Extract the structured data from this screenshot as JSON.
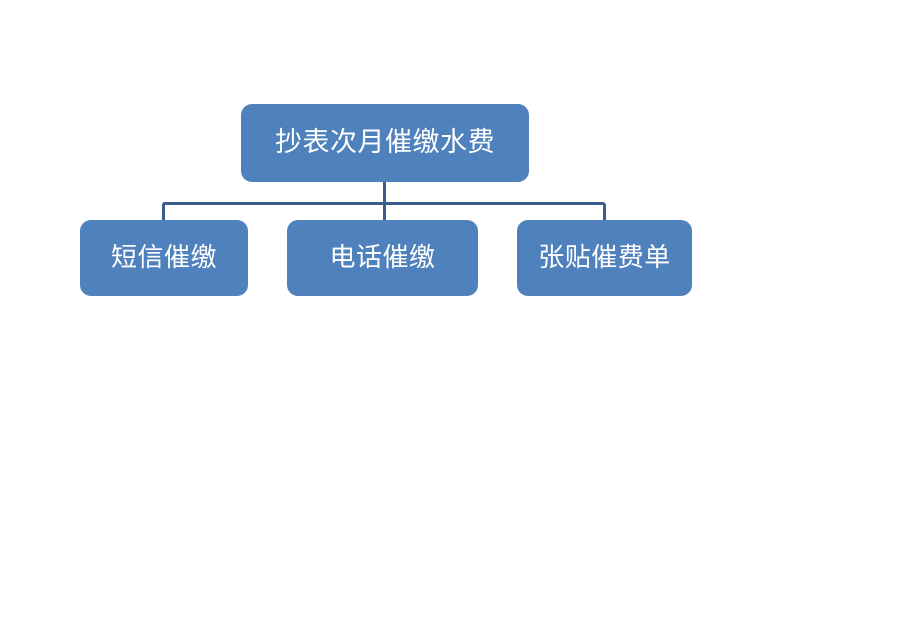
{
  "diagram": {
    "type": "organization-chart",
    "orientation": "top-down",
    "background_color": "#FFFFFF",
    "node_fill_color": "#4F81BD",
    "node_text_color": "#FFFFFF",
    "connector_color": "#3A5F8F",
    "root": {
      "label": "抄表次月催缴水费"
    },
    "children": [
      {
        "label": "短信催缴"
      },
      {
        "label": "电话催缴"
      },
      {
        "label": "张贴催费单"
      }
    ]
  }
}
